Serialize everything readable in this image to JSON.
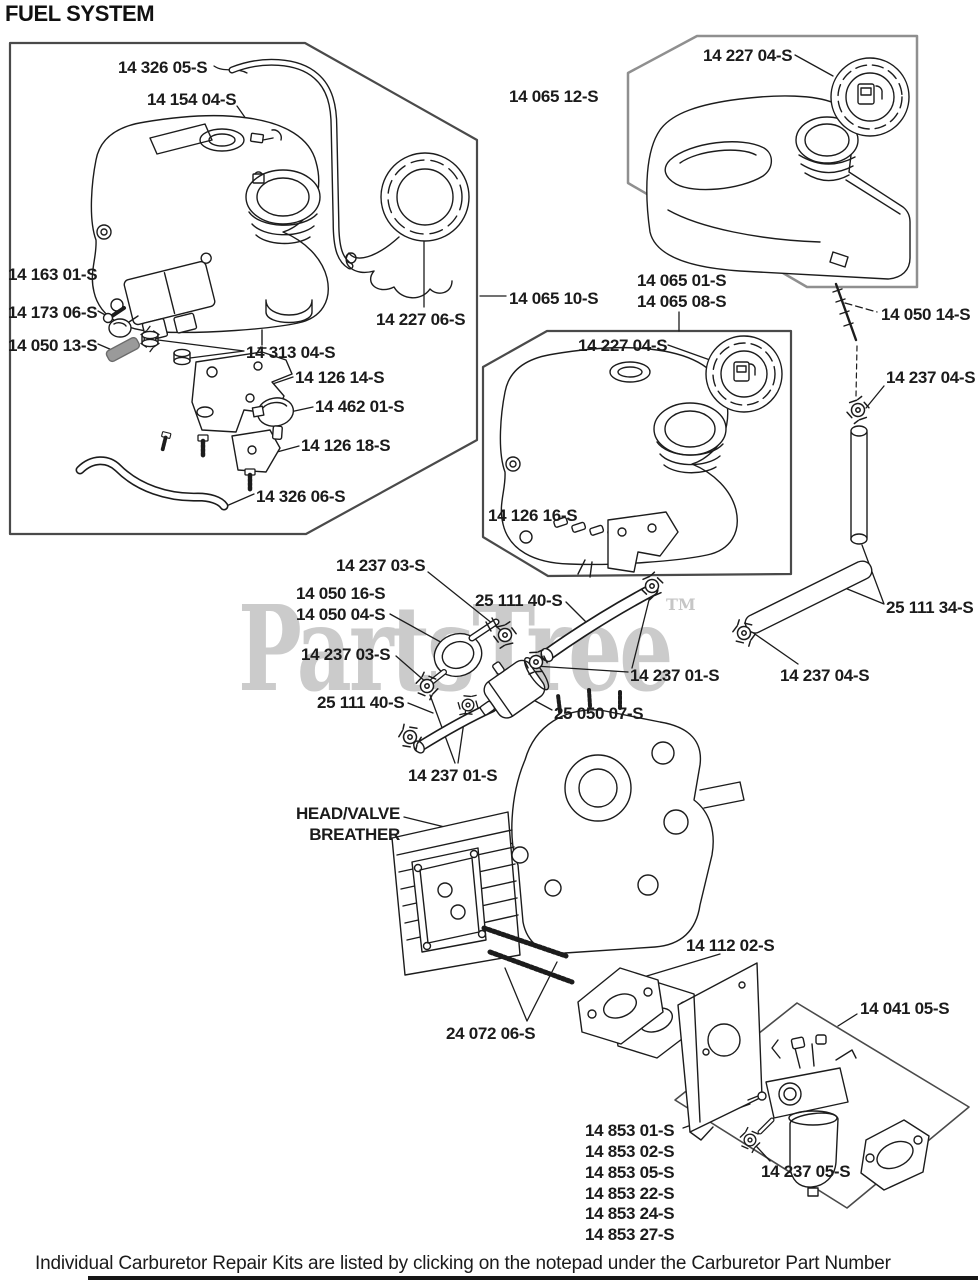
{
  "page": {
    "title": "FUEL SYSTEM",
    "footer": "Individual Carburetor Repair Kits are listed by clicking on the notepad under the Carburetor Part Number"
  },
  "watermark": {
    "text": "PartsTree",
    "tm": "TM"
  },
  "annotations": {
    "head_valve_1": "HEAD/VALVE",
    "head_valve_2": "BREATHER"
  },
  "labels": {
    "p14_326_05": "14 326 05-S",
    "p14_154_04": "14 154 04-S",
    "p14_163_01": "14 163 01-S",
    "p14_173_06": "14 173 06-S",
    "p14_050_13": "14 050 13-S",
    "p14_313_04": "14 313 04-S",
    "p14_126_14": "14 126 14-S",
    "p14_462_01": "14 462 01-S",
    "p14_126_18": "14 126 18-S",
    "p14_326_06": "14 326 06-S",
    "p14_227_06": "14 227 06-S",
    "p14_065_12": "14 065 12-S",
    "p14_227_04_a": "14 227 04-S",
    "p14_065_01": "14 065 01-S",
    "p14_065_08": "14 065 08-S",
    "p14_065_10": "14 065 10-S",
    "p14_050_14": "14 050 14-S",
    "p14_227_04_b": "14 227 04-S",
    "p14_237_04_a": "14 237 04-S",
    "p14_126_16": "14 126 16-S",
    "p25_111_34": "25 111 34-S",
    "p14_237_04_b": "14 237 04-S",
    "p14_237_03_a": "14 237 03-S",
    "p14_050_16": "14 050 16-S",
    "p14_050_04": "14 050 04-S",
    "p25_111_40_a": "25 111 40-S",
    "p14_237_03_b": "14 237 03-S",
    "p14_237_01_a": "14 237 01-S",
    "p25_111_40_b": "25 111 40-S",
    "p25_050_07": "25 050 07-S",
    "p14_237_01_b": "14 237 01-S",
    "p14_112_02": "14 112 02-S",
    "p24_072_06": "24 072 06-S",
    "p14_041_05": "14 041 05-S",
    "p14_853_01": "14 853 01-S",
    "p14_853_02": "14 853 02-S",
    "p14_853_05": "14 853 05-S",
    "p14_853_22": "14 853 22-S",
    "p14_853_24": "14 853 24-S",
    "p14_853_27": "14 853 27-S",
    "p14_237_05": "14 237 05-S"
  }
}
